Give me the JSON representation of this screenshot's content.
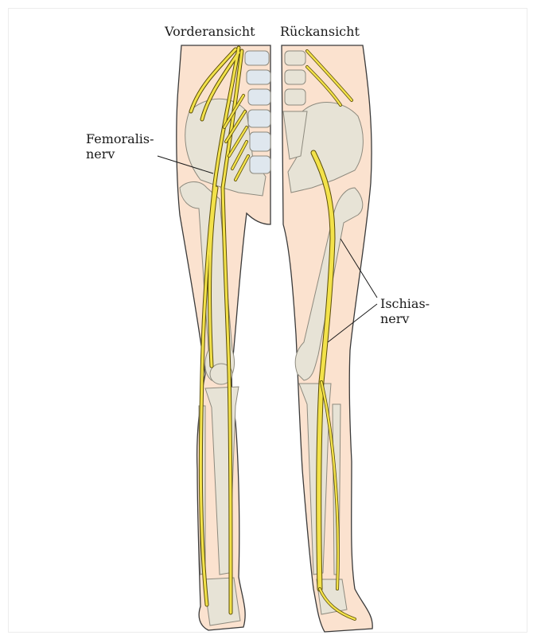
{
  "views": {
    "front": "Vorderansicht",
    "back": "Rückansicht"
  },
  "labels": {
    "femoral": {
      "line1": "Femoralis-",
      "line2": "nerv"
    },
    "sciatic": {
      "line1": "Ischias-",
      "line2": "nerv"
    }
  },
  "colors": {
    "skin": "#fbe2cf",
    "skin_outline": "#3a3a3a",
    "bone": "#e7e3d6",
    "bone_outline": "#8d8a7e",
    "nerve": "#f3e24a",
    "nerve_outline": "#5a4d08",
    "text": "#1a1a1a"
  }
}
